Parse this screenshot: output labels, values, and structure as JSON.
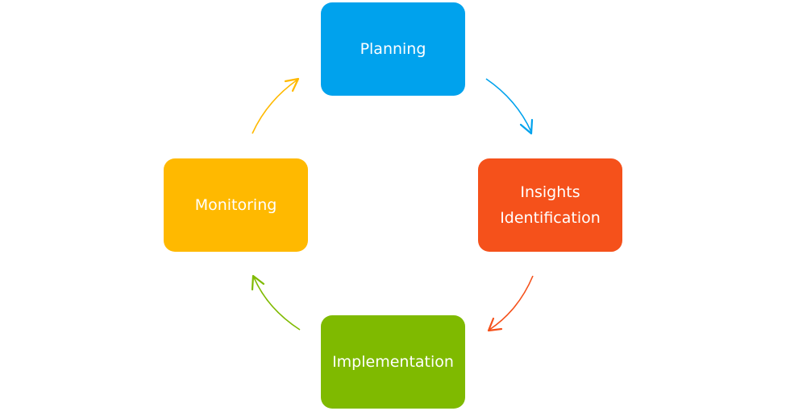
{
  "diagram": {
    "steps": [
      {
        "id": "planning",
        "label": "Planning",
        "color": "#00a2ed"
      },
      {
        "id": "insights",
        "label": "Insights\nIdentification",
        "color": "#f5511b"
      },
      {
        "id": "implementation",
        "label": "Implementation",
        "color": "#7fba00"
      },
      {
        "id": "monitoring",
        "label": "Monitoring",
        "color": "#ffb900"
      }
    ],
    "arrows": [
      {
        "from": "planning",
        "to": "insights",
        "color": "#00a2ed"
      },
      {
        "from": "insights",
        "to": "implementation",
        "color": "#f5511b"
      },
      {
        "from": "implementation",
        "to": "monitoring",
        "color": "#7fba00"
      },
      {
        "from": "monitoring",
        "to": "planning",
        "color": "#ffb900"
      }
    ]
  }
}
